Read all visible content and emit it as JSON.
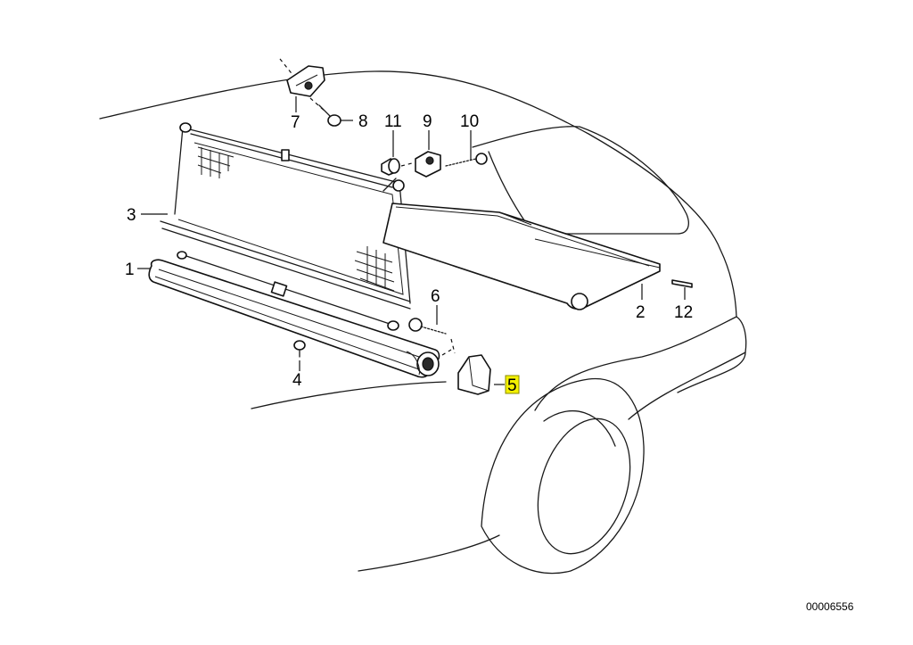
{
  "diagram": {
    "callouts": [
      {
        "id": "c1",
        "text": "1"
      },
      {
        "id": "c2",
        "text": "2"
      },
      {
        "id": "c3",
        "text": "3"
      },
      {
        "id": "c4",
        "text": "4"
      },
      {
        "id": "c5",
        "text": "5",
        "highlighted": true
      },
      {
        "id": "c6",
        "text": "6"
      },
      {
        "id": "c7",
        "text": "7"
      },
      {
        "id": "c8",
        "text": "8"
      },
      {
        "id": "c9",
        "text": "9"
      },
      {
        "id": "c10",
        "text": "10"
      },
      {
        "id": "c11",
        "text": "11"
      },
      {
        "id": "c12",
        "text": "12"
      }
    ],
    "reference_number": "00006556",
    "highlight_color": "#f3f000"
  }
}
